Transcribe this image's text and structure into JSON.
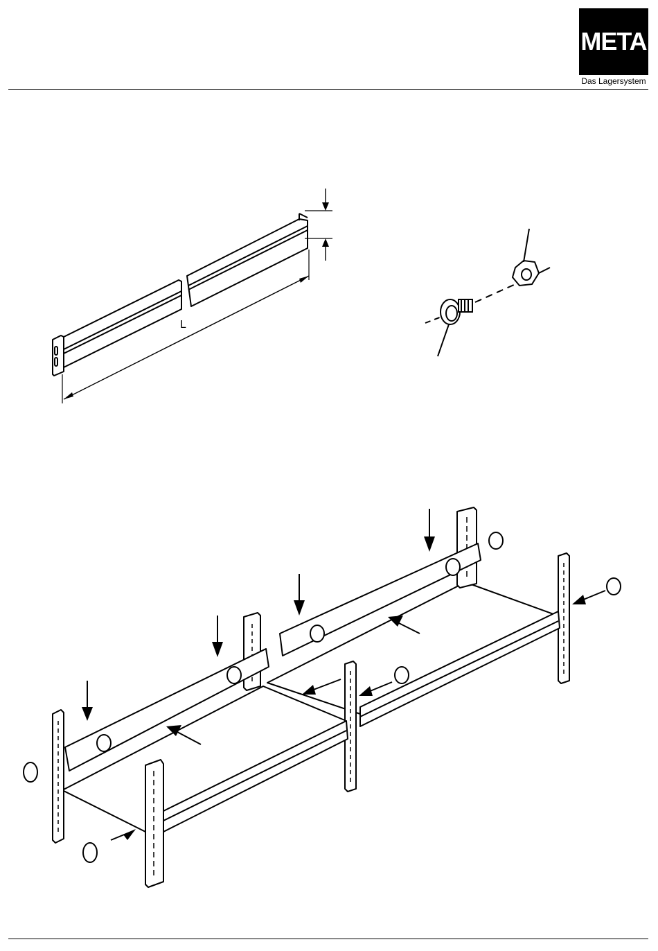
{
  "brand": {
    "logo_text": "META",
    "tagline": "Das Lagersystem"
  },
  "figure_top_left": {
    "dimension_label": "L"
  },
  "icons": {
    "logo": "meta-logo",
    "beam": "shelf-beam-drawing",
    "bolt": "bolt-and-nut-drawing",
    "assembly": "shelf-assembly-drawing"
  }
}
